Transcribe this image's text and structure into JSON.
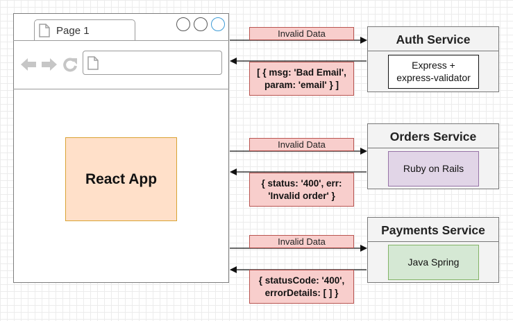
{
  "browser": {
    "tab_label": "Page 1",
    "icons": [
      "page-icon",
      "back-arrow-icon",
      "forward-arrow-icon",
      "reload-icon",
      "address-page-icon"
    ]
  },
  "app": {
    "label": "React App"
  },
  "services": [
    {
      "title": "Auth Service",
      "tech": "Express +\nexpress-validator",
      "request_label": "Invalid Data",
      "response_label": "[ { msg: 'Bad Email',\nparam: 'email' } ]"
    },
    {
      "title": "Orders Service",
      "tech": "Ruby on Rails",
      "request_label": "Invalid Data",
      "response_label": "{ status: '400', err:\n'Invalid order' }"
    },
    {
      "title": "Payments Service",
      "tech": "Java Spring",
      "request_label": "Invalid Data",
      "response_label": "{ statusCode: '400',\nerrorDetails: [ ] }"
    }
  ],
  "colors": {
    "message_fill": "#f8cecc",
    "message_border": "#b85450",
    "react_fill": "#ffe0c9",
    "react_border": "#d9a233",
    "auth_tech_fill": "#ffffff",
    "orders_tech_fill": "#e1d5e7",
    "orders_tech_border": "#9673a6",
    "payments_tech_fill": "#d5e8d4",
    "payments_tech_border": "#82b366"
  }
}
